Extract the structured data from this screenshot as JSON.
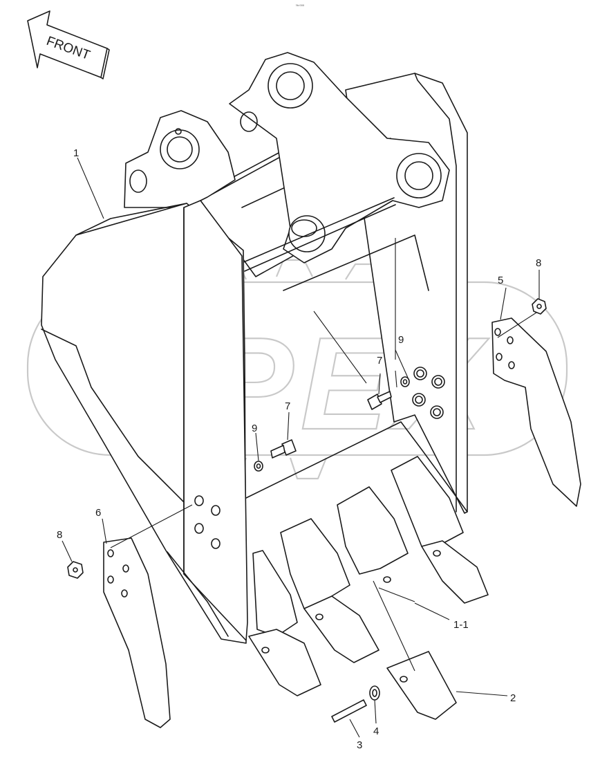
{
  "direction_arrow": {
    "label": "FRONT"
  },
  "watermark": {
    "text": "OPEX"
  },
  "callouts": [
    {
      "id": "c1",
      "label": "1"
    },
    {
      "id": "c1-1",
      "label": "1-1"
    },
    {
      "id": "c2",
      "label": "2"
    },
    {
      "id": "c3",
      "label": "3"
    },
    {
      "id": "c4",
      "label": "4"
    },
    {
      "id": "c5",
      "label": "5"
    },
    {
      "id": "c6",
      "label": "6"
    },
    {
      "id": "c7a",
      "label": "7"
    },
    {
      "id": "c7b",
      "label": "7"
    },
    {
      "id": "c8a",
      "label": "8"
    },
    {
      "id": "c8b",
      "label": "8"
    },
    {
      "id": "c9a",
      "label": "9"
    },
    {
      "id": "c9b",
      "label": "9"
    }
  ],
  "colors": {
    "line": "#1a1a1a",
    "watermark": "#c9c9c9",
    "background": "#ffffff"
  }
}
